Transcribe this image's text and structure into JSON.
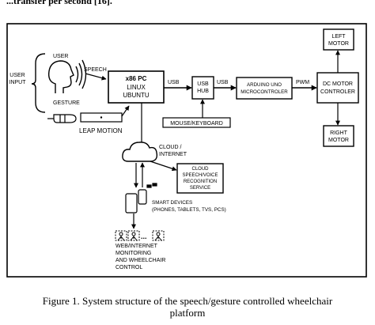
{
  "header_fragment": "...transfer per second [16].",
  "diagram": {
    "user_input": "USER\nINPUT",
    "user": "USER",
    "speech": "SPEECH",
    "gesture": "GESTURE",
    "leap_motion": "LEAP MOTION",
    "pc": {
      "line1": "x86 PC",
      "line2": "LINUX",
      "line3": "UBUNTU"
    },
    "usb_left": "USB",
    "usb_hub": "USB\nHUB",
    "usb_right": "USB",
    "arduino": "ARDUINO UNO\nMICROCONTROLER",
    "pwm": "PWM",
    "dc_motor": "DC MOTOR\nCONTROLER",
    "left_motor": "LEFT\nMOTOR",
    "right_motor": "RIGHT\nMOTOR",
    "mouse_keyboard": "MOUSE/KEYBOARD",
    "cloud_internet": "CLOUD /\nINTERNET",
    "cloud_service": "CLOUD\nSPEECH/VOICE\nRECOGNITION\nSERVICE",
    "smart_devices": "SMART DEVICES\n(PHONES, TABLETS, TVS, PCS)",
    "dots": "...",
    "web_monitoring": "WEB/INTERNET\nMONITORING\nAND WHEELCHAIR\nCONTROL"
  },
  "caption": {
    "line1": "Figure 1.    System structure of the speech/gesture controlled wheelchair",
    "line2": "platform"
  }
}
